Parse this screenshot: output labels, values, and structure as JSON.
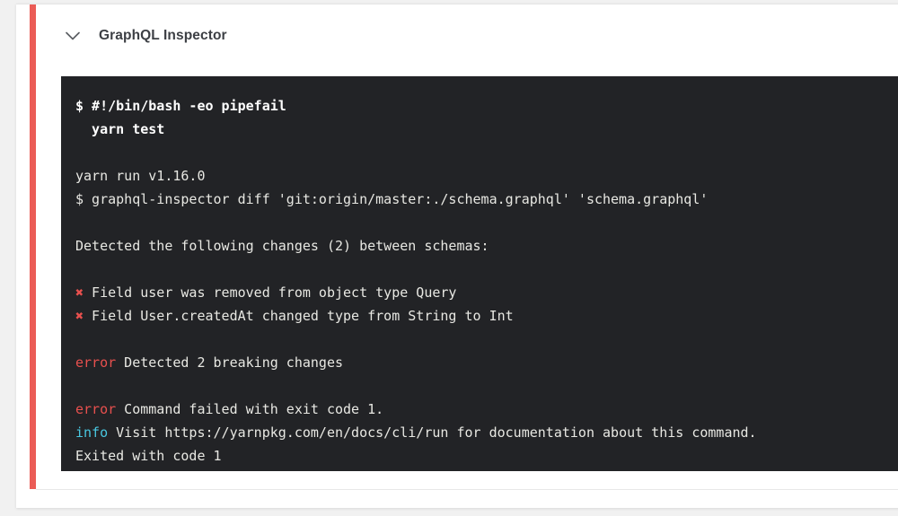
{
  "colors": {
    "accent_failed": "#eb5c56",
    "terminal_bg": "#222326",
    "terminal_fg": "#e8e8e3",
    "error_token": "#e8504e",
    "info_token": "#49c7e0",
    "page_bg": "#f1f1f1",
    "card_bg": "#ffffff"
  },
  "step": {
    "title": "GraphQL Inspector",
    "toggle_icon": "chevron-down-icon",
    "status": "failed"
  },
  "terminal": {
    "lines": [
      {
        "id": "cmd-shebang",
        "segments": [
          {
            "text": "$ #!/bin/bash -eo pipefail",
            "style": "bold"
          }
        ]
      },
      {
        "id": "cmd-yarn-test",
        "segments": [
          {
            "text": "  yarn test",
            "style": "bold"
          }
        ]
      },
      {
        "id": "blank-1",
        "segments": [
          {
            "text": "",
            "style": "plain"
          }
        ]
      },
      {
        "id": "out-yarn-version",
        "segments": [
          {
            "text": "yarn run v1.16.0",
            "style": "plain"
          }
        ]
      },
      {
        "id": "out-inspector-diff",
        "segments": [
          {
            "text": "$ graphql-inspector diff 'git:origin/master:./schema.graphql' 'schema.graphql'",
            "style": "plain"
          }
        ]
      },
      {
        "id": "blank-2",
        "segments": [
          {
            "text": "",
            "style": "plain"
          }
        ]
      },
      {
        "id": "out-detected-changes",
        "segments": [
          {
            "text": "Detected the following changes (2) between schemas:",
            "style": "plain"
          }
        ]
      },
      {
        "id": "blank-3",
        "segments": [
          {
            "text": "",
            "style": "plain"
          }
        ]
      },
      {
        "id": "change-1",
        "segments": [
          {
            "text": "✖",
            "style": "cross"
          },
          {
            "text": " Field user was removed from object type Query",
            "style": "plain"
          }
        ]
      },
      {
        "id": "change-2",
        "segments": [
          {
            "text": "✖",
            "style": "cross"
          },
          {
            "text": " Field User.createdAt changed type from String to Int",
            "style": "plain"
          }
        ]
      },
      {
        "id": "blank-4",
        "segments": [
          {
            "text": "",
            "style": "plain"
          }
        ]
      },
      {
        "id": "err-breaking-changes",
        "segments": [
          {
            "text": "error",
            "style": "error"
          },
          {
            "text": " Detected 2 breaking changes",
            "style": "plain"
          }
        ]
      },
      {
        "id": "blank-5",
        "segments": [
          {
            "text": "",
            "style": "plain"
          }
        ]
      },
      {
        "id": "err-command-failed",
        "segments": [
          {
            "text": "error",
            "style": "error"
          },
          {
            "text": " Command failed with exit code 1.",
            "style": "plain"
          }
        ]
      },
      {
        "id": "info-visit-docs",
        "segments": [
          {
            "text": "info",
            "style": "info"
          },
          {
            "text": " Visit https://yarnpkg.com/en/docs/cli/run for documentation about this command.",
            "style": "plain"
          }
        ]
      },
      {
        "id": "out-exited",
        "segments": [
          {
            "text": "Exited with code 1",
            "style": "plain"
          }
        ]
      }
    ]
  }
}
